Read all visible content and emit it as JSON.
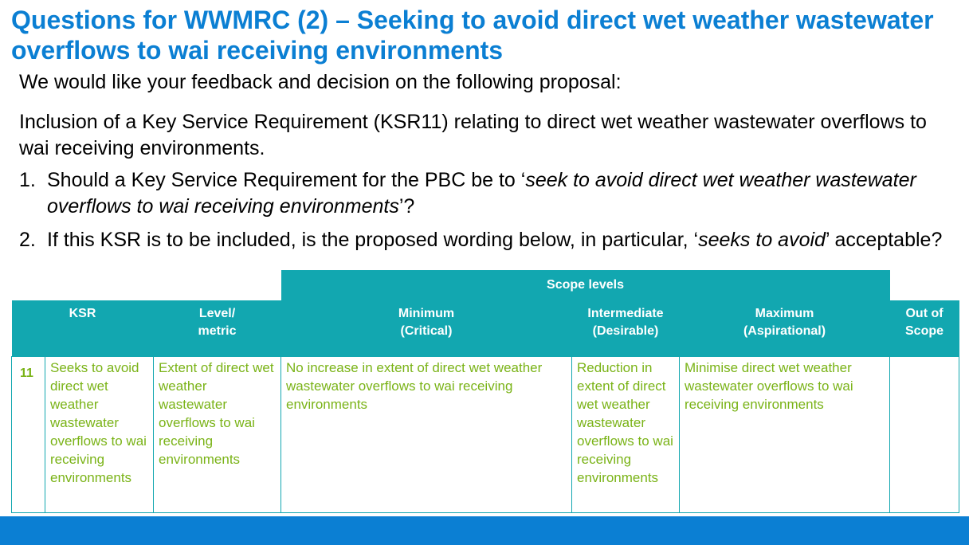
{
  "title": "Questions for WWMRC (2) – Seeking to avoid direct wet weather wastewater overflows to wai receiving environments",
  "intro": "We would like your feedback and decision on the following proposal:",
  "inclusion": "Inclusion of a Key Service Requirement (KSR11) relating to direct wet weather wastewater overflows to wai receiving environments.",
  "questions": [
    {
      "num": "1.",
      "before": "Should a Key Service Requirement for the PBC be to ‘",
      "italic": "seek to avoid direct wet weather wastewater overflows to wai receiving environments",
      "after": "’?"
    },
    {
      "num": "2.",
      "before": "If this KSR is to be included, is the proposed wording below, in particular, ‘",
      "italic": "seeks to avoid",
      "after": "’ acceptable?"
    }
  ],
  "table": {
    "scope_header": "Scope levels",
    "headers": {
      "ksr": "KSR",
      "level": "Level/ metric",
      "minimum": "Minimum (Critical)",
      "intermediate": "Intermediate (Desirable)",
      "maximum": "Maximum (Aspirational)",
      "out_of_scope": "Out of Scope"
    },
    "row": {
      "index": "11",
      "ksr": "Seeks to avoid direct wet weather wastewater overflows to wai receiving environments",
      "level": "Extent of direct wet weather wastewater overflows to wai receiving environments",
      "minimum": "No increase in extent of direct wet weather wastewater overflows to wai receiving environments",
      "intermediate": "Reduction in extent of direct wet weather wastewater overflows to wai receiving environments",
      "maximum": "Minimise direct wet weather wastewater overflows to wai receiving environments",
      "out_of_scope": ""
    }
  },
  "colors": {
    "title": "#0B7FD3",
    "table_header": "#12A7B0",
    "table_text": "#7AB317",
    "footer": "#0B7FD3"
  }
}
